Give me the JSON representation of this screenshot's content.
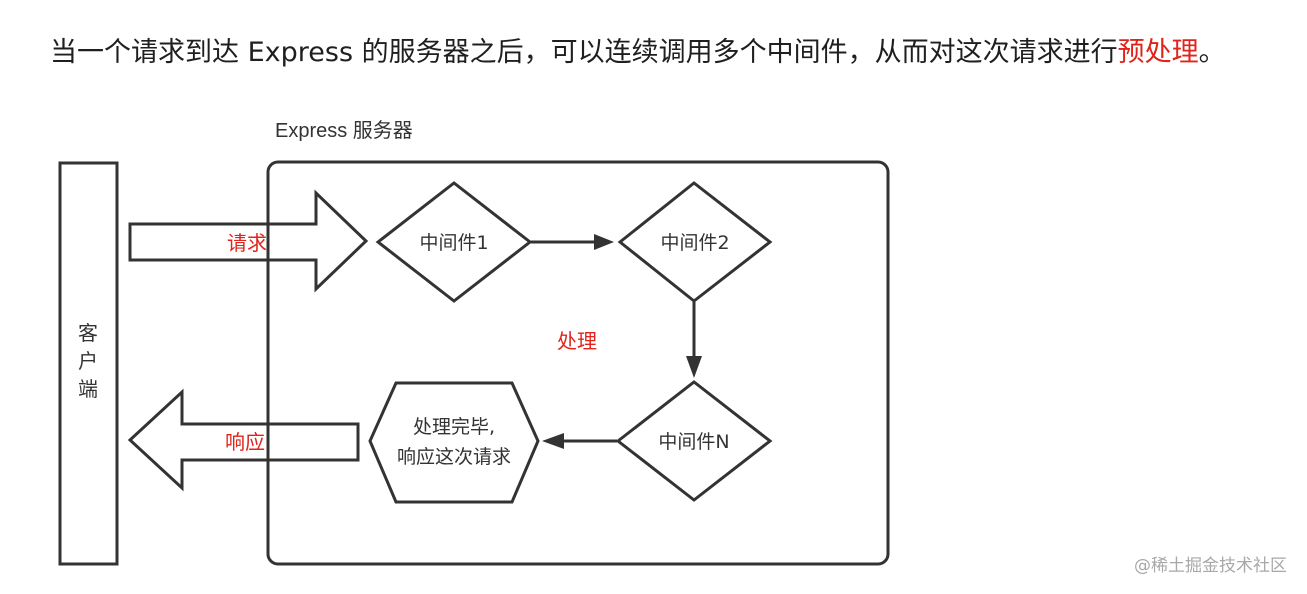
{
  "heading": {
    "text": "当一个请求到达 Express 的服务器之后，可以连续调用多个中间件，从而对这次请求进行",
    "highlight": "预处理",
    "end": "。"
  },
  "diagram": {
    "server_label": "Express 服务器",
    "client_label": [
      "客",
      "户",
      "端"
    ],
    "request_label": "请求",
    "response_label": "响应",
    "process_label": "处理",
    "nodes": {
      "mw1": "中间件1",
      "mw2": "中间件2",
      "mwn": "中间件N",
      "done_line1": "处理完毕,",
      "done_line2": "响应这次请求"
    }
  },
  "colors": {
    "stroke": "#333333",
    "label_red": "#e0241b"
  },
  "watermark": "@稀土掘金技术社区"
}
